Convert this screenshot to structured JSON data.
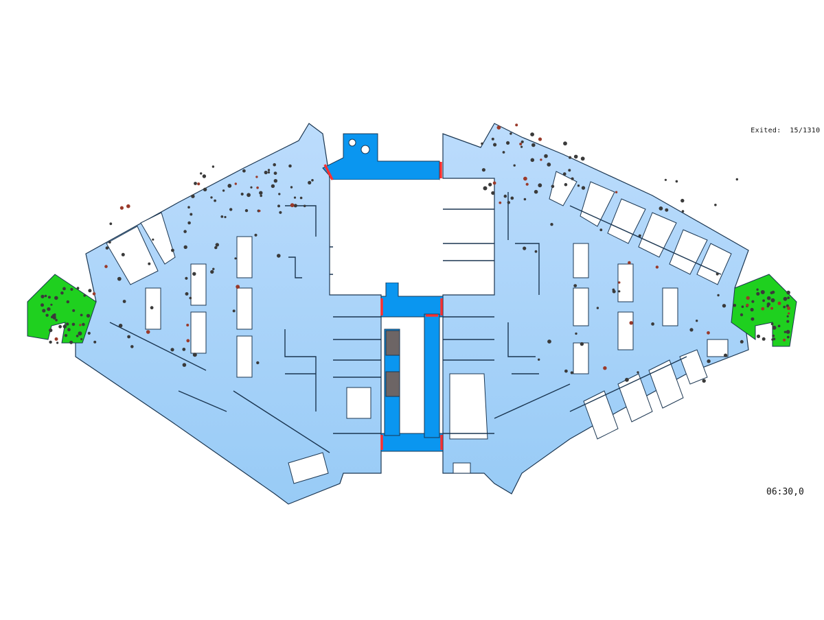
{
  "hud": {
    "exited_label": "Exited:",
    "exited_value": "15/1310",
    "clock": "06:30,0"
  },
  "colors": {
    "floor": "#aad5fb",
    "floor_dark": "#8ec6f5",
    "wall": "#1a3550",
    "corridor": "#0a96f0",
    "exit_zone": "#1fd01f",
    "exit_zone_dark": "#12a812",
    "door": "#ff3030",
    "stair": "#6d6565",
    "agent": "#3a3a3a"
  },
  "icons": {
    "exit_zone": "green-exit-zone-icon",
    "door": "red-door-marker-icon",
    "agent": "pedestrian-agent-icon"
  }
}
